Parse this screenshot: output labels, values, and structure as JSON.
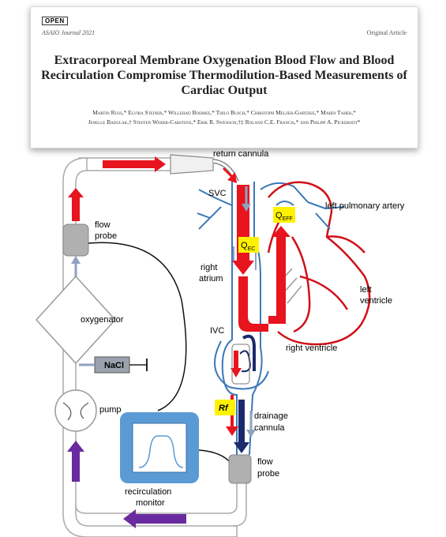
{
  "header": {
    "badge": "OPEN",
    "journal": "ASAIO Journal 2021",
    "article_type": "Original Article",
    "title": "Extracorporeal Membrane Oxygenation Blood Flow and Blood Recirculation Compromise Thermodilution-Based Measurements of Cardiac Output",
    "authors": [
      "Martin Russ,* Elvira Steiner,* Willehad Boemke,* Thilo Busch,* Christoph Melzer-Gartzke,* Mahdi Taher,*",
      "Jenelle Badulak,† Steffen Weber-Carstens,* Erik R. Swenson,†‡ Roland C.E. Francis,* and Philipp A. Pickerodt*"
    ]
  },
  "diagram": {
    "labels": {
      "return_cannula": "return cannula",
      "svc": "SVC",
      "q_eff_main": "Q",
      "q_eff_sub": "EFF",
      "left_pulmonary_artery": "left pulmonary artery",
      "flow_probe_top_1": "flow",
      "flow_probe_top_2": "probe",
      "q_ec_main": "Q",
      "q_ec_sub": "EC",
      "right_atrium_1": "right",
      "right_atrium_2": "atrium",
      "left_ventricle_1": "left",
      "left_ventricle_2": "ventricle",
      "oxygenator": "oxygenator",
      "ivc": "IVC",
      "right_ventricle": "right ventricle",
      "nacl": "NaCl",
      "pump": "pump",
      "rf": "Rf",
      "drainage_cannula_1": "drainage",
      "drainage_cannula_2": "cannula",
      "flow_probe_bottom_1": "flow",
      "flow_probe_bottom_2": "probe",
      "recirculation_monitor_1": "recirculation",
      "recirculation_monitor_2": "monitor"
    },
    "colors": {
      "oxygenated": "#e8141e",
      "deoxygenated": "#1a2a6c",
      "flow_arrow_grey": "#8fa2c0",
      "pump_flow": "#6a2aa0",
      "vessel_blue": "#3b78b8",
      "highlight": "#fff200",
      "monitor_frame": "#5b9bd5"
    }
  }
}
